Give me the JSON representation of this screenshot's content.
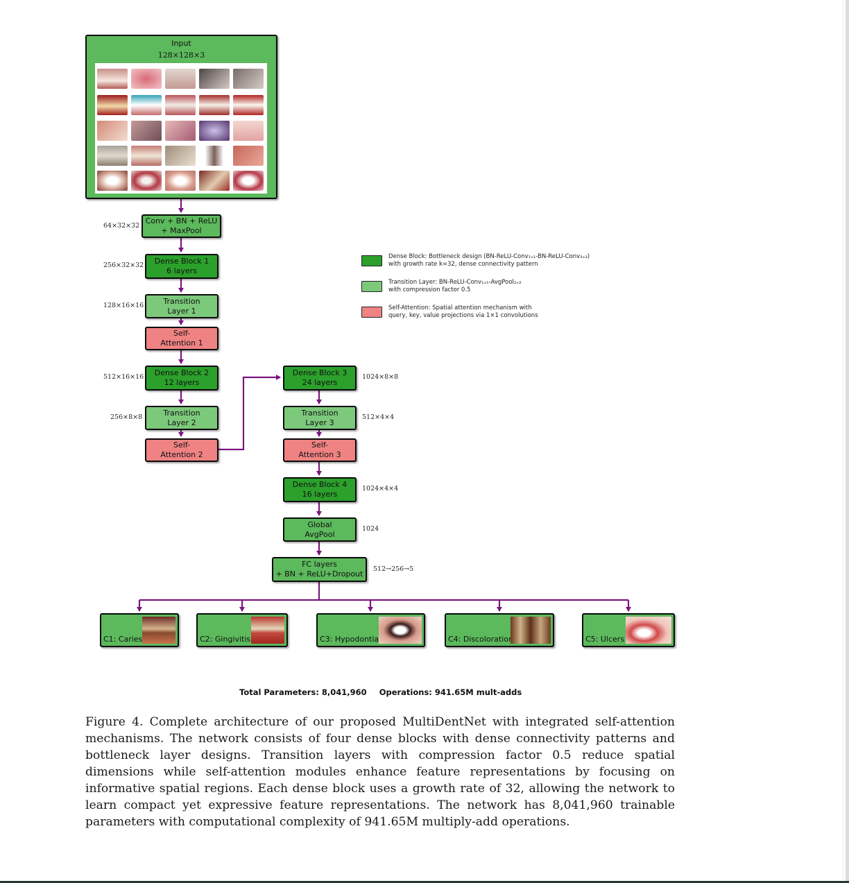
{
  "input": {
    "title": "Input",
    "dims": "128×128×3"
  },
  "blocks": {
    "conv": {
      "line1": "Conv + BN + ReLU",
      "line2": "+ MaxPool",
      "dim": "64×32×32"
    },
    "dense1": {
      "line1": "Dense Block 1",
      "line2": "6 layers",
      "dim": "256×32×32"
    },
    "trans1": {
      "line1": "Transition",
      "line2": "Layer 1",
      "dim": "128×16×16"
    },
    "attn1": {
      "line1": "Self-",
      "line2": "Attention 1"
    },
    "dense2": {
      "line1": "Dense Block 2",
      "line2": "12 layers",
      "dim": "512×16×16"
    },
    "trans2": {
      "line1": "Transition",
      "line2": "Layer 2",
      "dim": "256×8×8"
    },
    "attn2": {
      "line1": "Self-",
      "line2": "Attention 2"
    },
    "dense3": {
      "line1": "Dense Block 3",
      "line2": "24 layers",
      "dim": "1024×8×8"
    },
    "trans3": {
      "line1": "Transition",
      "line2": "Layer 3",
      "dim": "512×4×4"
    },
    "attn3": {
      "line1": "Self-",
      "line2": "Attention 3"
    },
    "dense4": {
      "line1": "Dense Block 4",
      "line2": "16 layers",
      "dim": "1024×4×4"
    },
    "gap": {
      "line1": "Global",
      "line2": "AvgPool",
      "dim": "1024"
    },
    "fc": {
      "line1": "FC layers",
      "line2": "+ BN + ReLU+Dropout",
      "dim": "512→256→5"
    }
  },
  "legend": {
    "dense": {
      "line1": "Dense Block: Bottleneck design (BN-ReLU-Conv₁ₓ₁-BN-ReLU-Conv₃ₓ₃)",
      "line2": "with growth rate k=32, dense connectivity pattern"
    },
    "trans": {
      "line1": "Transition Layer: BN-ReLU-Conv₁ₓ₁-AvgPool₂ₓ₂",
      "line2": "with compression factor 0.5"
    },
    "attn": {
      "line1": "Self-Attention: Spatial attention mechanism with",
      "line2": "query, key, value projections via 1×1 convolutions"
    }
  },
  "classes": [
    {
      "label": "C1: Caries"
    },
    {
      "label": "C2: Gingivitis"
    },
    {
      "label": "C3: Hypodontia"
    },
    {
      "label": "C4: Discoloration"
    },
    {
      "label": "C5: Ulcers"
    }
  ],
  "summary": {
    "params": "Total Parameters: 8,041,960",
    "ops": "Operations: 941.65M mult-adds"
  },
  "caption": "Figure 4.  Complete architecture of our proposed MultiDentNet with integrated self-attention mechanisms.  The network consists of four dense blocks with dense connectivity patterns and bottleneck layer designs. Transition layers with compression factor 0.5 reduce spatial dimensions while self-attention modules enhance feature representations by focusing on informative spatial regions.  Each dense block uses a growth rate of 32, allowing the network to learn compact yet expressive feature representations.  The network has 8,041,960 trainable parameters with computational complexity of 941.65M multiply-add operations.",
  "colors": {
    "dense": "#2ba02b",
    "transition": "#7cc97c",
    "attention": "#ef8282",
    "arrow": "#7b1680",
    "box_green": "#5cb95c"
  }
}
